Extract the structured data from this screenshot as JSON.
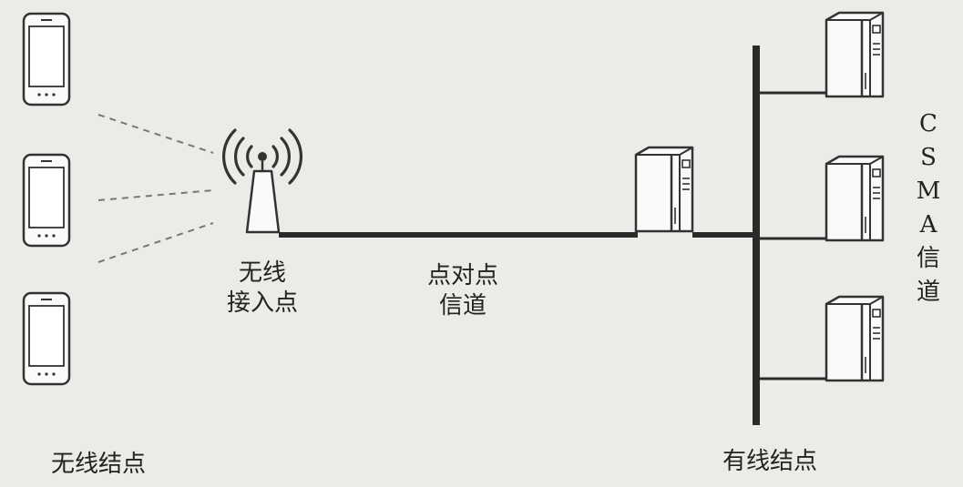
{
  "labels": {
    "access_point_line1": "无线",
    "access_point_line2": "接入点",
    "ptp_line1": "点对点",
    "ptp_line2": "信道",
    "wireless_nodes": "无线结点",
    "wired_nodes": "有线结点",
    "csma": [
      "C",
      "S",
      "M",
      "A",
      "信",
      "道"
    ]
  },
  "colors": {
    "background": "#ecebe7",
    "line": "#2b2b2b",
    "device_fill": "#fafafa",
    "dashed": "#777777"
  },
  "icons": {
    "phone": "smartphone-icon",
    "access_point": "antenna-icon",
    "server": "server-icon"
  }
}
